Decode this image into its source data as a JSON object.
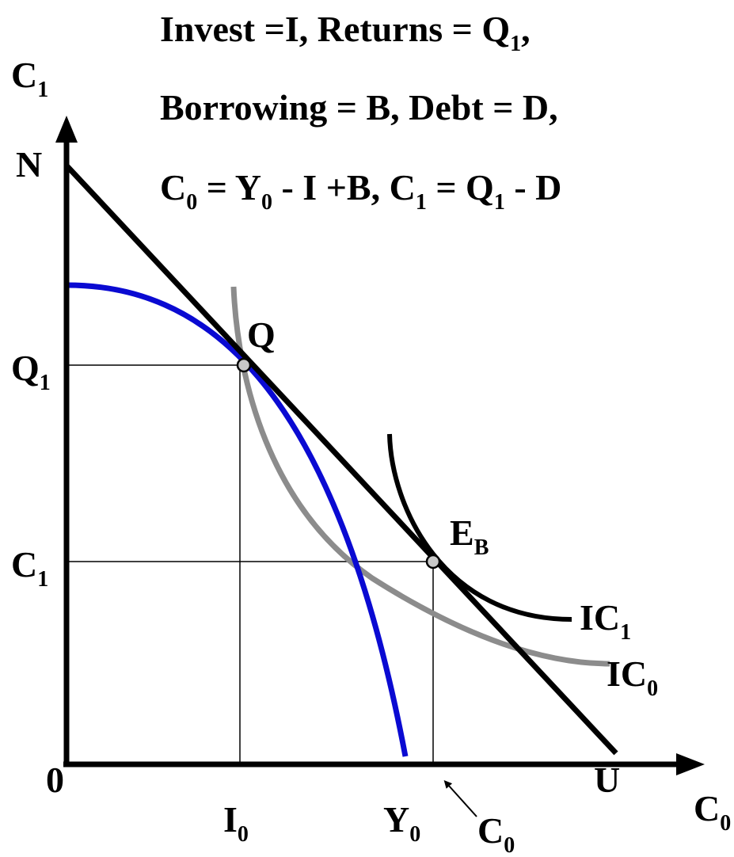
{
  "title_lines": [
    {
      "parts": [
        {
          "t": "Invest =I, Returns = Q"
        },
        {
          "s": "1"
        },
        {
          "t": ","
        }
      ]
    },
    {
      "parts": [
        {
          "t": "Borrowing = B, Debt = D,"
        }
      ]
    },
    {
      "parts": [
        {
          "t": "C"
        },
        {
          "s": "0"
        },
        {
          "t": " = Y"
        },
        {
          "s": "0"
        },
        {
          "t": " - I +B, C"
        },
        {
          "s": "1"
        },
        {
          "t": " = Q"
        },
        {
          "s": "1"
        },
        {
          "t": " - D"
        }
      ]
    }
  ],
  "axes": {
    "y_axis": {
      "main": "C",
      "sub": "1"
    },
    "x_axis": {
      "main": "C",
      "sub": "0"
    },
    "origin": "0"
  },
  "y_labels": {
    "n": "N",
    "q1": {
      "main": "Q",
      "sub": "1"
    },
    "c1": {
      "main": "C",
      "sub": "1"
    }
  },
  "x_labels": {
    "i0": {
      "main": "I",
      "sub": "0"
    },
    "y0": {
      "main": "Y",
      "sub": "0"
    },
    "u": "U",
    "c0_pointer": {
      "main": "C",
      "sub": "0"
    }
  },
  "points": {
    "q": {
      "label": "Q"
    },
    "eb": {
      "main": "E",
      "sub": "B"
    }
  },
  "curves": {
    "ic1": {
      "main": "IC",
      "sub": "1",
      "color": "#000000"
    },
    "ic0": {
      "main": "IC",
      "sub": "0",
      "color": "#8c8c8c"
    },
    "ppf": {
      "color": "#0a0ad2"
    },
    "budget_line": {
      "color": "#000000"
    }
  }
}
